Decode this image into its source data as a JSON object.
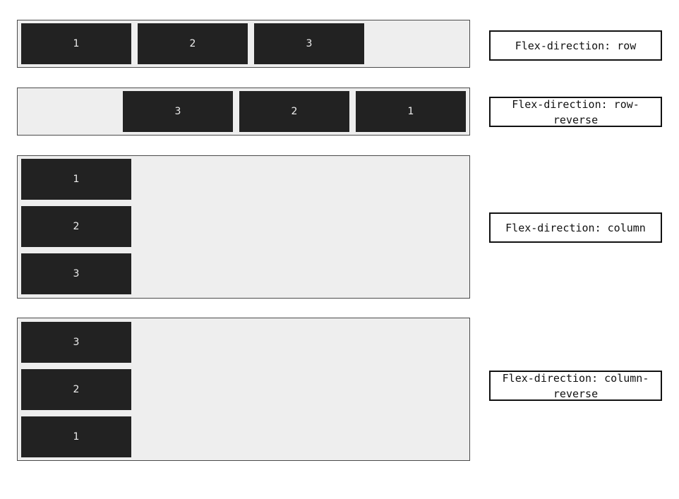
{
  "examples": [
    {
      "label": "Flex-direction: row",
      "items": [
        "1",
        "2",
        "3"
      ]
    },
    {
      "label": "Flex-direction: row-reverse",
      "items": [
        "1",
        "2",
        "3"
      ]
    },
    {
      "label": "Flex-direction: column",
      "items": [
        "1",
        "2",
        "3"
      ]
    },
    {
      "label": "Flex-direction: column-reverse",
      "items": [
        "1",
        "2",
        "3"
      ]
    }
  ],
  "colors": {
    "container_bg": "#eeeeee",
    "item_bg": "#222222",
    "item_text": "#eeeeee",
    "label_border": "#111111"
  }
}
